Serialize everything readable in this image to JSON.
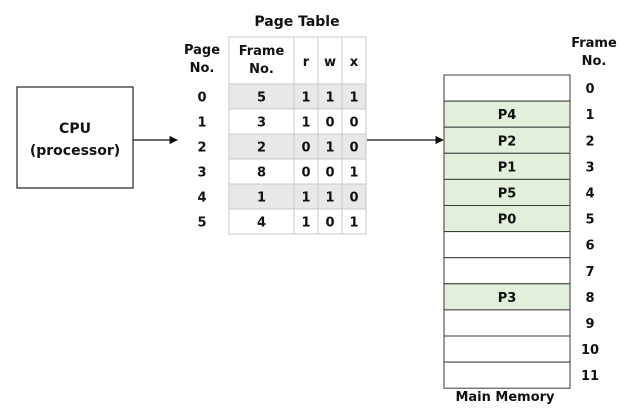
{
  "cpu": {
    "line1": "CPU",
    "line2": "(processor)"
  },
  "page_table": {
    "title": "Page Table",
    "title_color": "#ee1c1c",
    "page_no_header": [
      "Page",
      "No."
    ],
    "frame_no_header": [
      "Frame",
      "No."
    ],
    "bit_headers": [
      "r",
      "w",
      "x"
    ],
    "rows": [
      {
        "page": "0",
        "frame": "5",
        "r": "1",
        "w": "1",
        "x": "1"
      },
      {
        "page": "1",
        "frame": "3",
        "r": "1",
        "w": "0",
        "x": "0"
      },
      {
        "page": "2",
        "frame": "2",
        "r": "0",
        "w": "1",
        "x": "0"
      },
      {
        "page": "3",
        "frame": "8",
        "r": "0",
        "w": "0",
        "x": "1"
      },
      {
        "page": "4",
        "frame": "1",
        "r": "1",
        "w": "1",
        "x": "0"
      },
      {
        "page": "5",
        "frame": "4",
        "r": "1",
        "w": "0",
        "x": "1"
      }
    ],
    "shaded_row_color": "#e8e8e8"
  },
  "memory": {
    "frame_no_header": [
      "Frame",
      "No."
    ],
    "caption": "Main Memory",
    "occupied_color": "#e2efda",
    "frames": [
      {
        "no": "0",
        "label": ""
      },
      {
        "no": "1",
        "label": "P4"
      },
      {
        "no": "2",
        "label": "P2"
      },
      {
        "no": "3",
        "label": "P1"
      },
      {
        "no": "4",
        "label": "P5"
      },
      {
        "no": "5",
        "label": "P0"
      },
      {
        "no": "6",
        "label": ""
      },
      {
        "no": "7",
        "label": ""
      },
      {
        "no": "8",
        "label": "P3"
      },
      {
        "no": "9",
        "label": ""
      },
      {
        "no": "10",
        "label": ""
      },
      {
        "no": "11",
        "label": ""
      }
    ]
  }
}
